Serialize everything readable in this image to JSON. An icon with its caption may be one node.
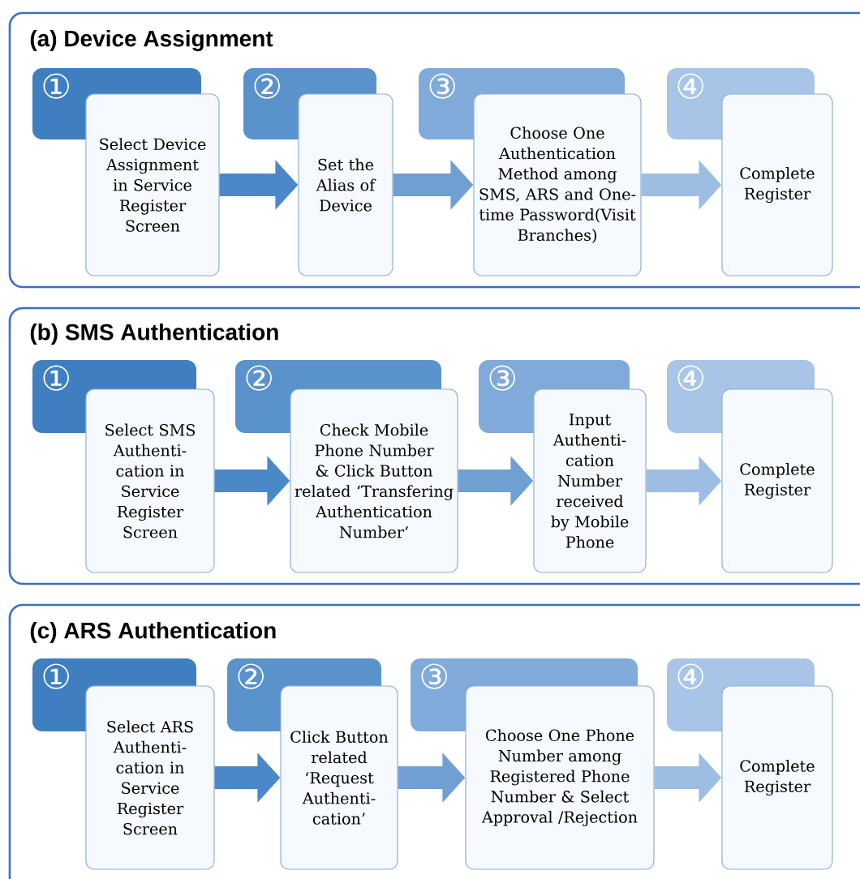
{
  "diagram": {
    "nodes": [
      {
        "text": [
          "(a) Device Assignment"
        ]
      },
      {
        "text": [
          "①"
        ],
        "in": 0
      },
      {
        "text": [
          "Select Device Assignment in Service Register Screen"
        ],
        "in": 0
      },
      {
        "text": [
          "②"
        ],
        "in": 0
      },
      {
        "text": [
          "Set the Alias of Device"
        ],
        "in": 0
      },
      {
        "text": [
          "③"
        ],
        "in": 0
      },
      {
        "text": [
          "Choose One Authentication Method among SMS, ARS and One-time Password(Visit Branches)"
        ],
        "in": 0
      },
      {
        "text": [
          "④"
        ],
        "in": 0
      },
      {
        "text": [
          "Complete Register"
        ],
        "in": 0
      },
      {
        "text": [
          "(b) SMS Authentication"
        ]
      },
      {
        "text": [
          "①"
        ],
        "in": 9
      },
      {
        "text": [
          "Select SMS Authenti- cation in Service Register Screen"
        ],
        "in": 9
      },
      {
        "text": [
          "②"
        ],
        "in": 9
      },
      {
        "text": [
          "Check Mobile Phone Number & Click Button related ‘Transfering Authentication Number’"
        ],
        "in": 9
      },
      {
        "text": [
          "③"
        ],
        "in": 9
      },
      {
        "text": [
          "Input Authenti- cation Number received by Mobile Phone"
        ],
        "in": 9
      },
      {
        "text": [
          "④"
        ],
        "in": 9
      },
      {
        "text": [
          "Complete Register"
        ],
        "in": 9
      },
      {
        "text": [
          "(c) ARS Authentication"
        ]
      },
      {
        "text": [
          "①"
        ],
        "in": 18
      },
      {
        "text": [
          "Select ARS Authenti- cation in Service Register Screen"
        ],
        "in": 18
      },
      {
        "text": [
          "②"
        ],
        "in": 18
      },
      {
        "text": [
          "Click Button related ‘Request Authenti- cation’"
        ],
        "in": 18
      },
      {
        "text": [
          "③"
        ],
        "in": 18
      },
      {
        "text": [
          "Choose One Phone Number among Registered Phone Number & Select Approval /Rejection"
        ],
        "in": 18
      },
      {
        "text": [
          "④"
        ],
        "in": 18
      },
      {
        "text": [
          "Complete Register"
        ],
        "in": 18
      }
    ],
    "edges": [
      {
        "from": 2,
        "to": 4,
        "arrow": "to",
        "color": "#4a88c8"
      },
      {
        "from": 4,
        "to": 6,
        "arrow": "to",
        "color": "#6f9fd3"
      },
      {
        "from": 6,
        "to": 8,
        "arrow": "to",
        "color": "#9dbde3"
      },
      {
        "from": 11,
        "to": 13,
        "arrow": "to",
        "color": "#4a88c8"
      },
      {
        "from": 13,
        "to": 15,
        "arrow": "to",
        "color": "#6f9fd3"
      },
      {
        "from": 15,
        "to": 17,
        "arrow": "to",
        "color": "#9dbde3"
      },
      {
        "from": 20,
        "to": 22,
        "arrow": "to",
        "color": "#4a88c8"
      },
      {
        "from": 22,
        "to": 24,
        "arrow": "to",
        "color": "#6f9fd3"
      },
      {
        "from": 24,
        "to": 26,
        "arrow": "to",
        "color": "#9dbde3"
      }
    ]
  }
}
